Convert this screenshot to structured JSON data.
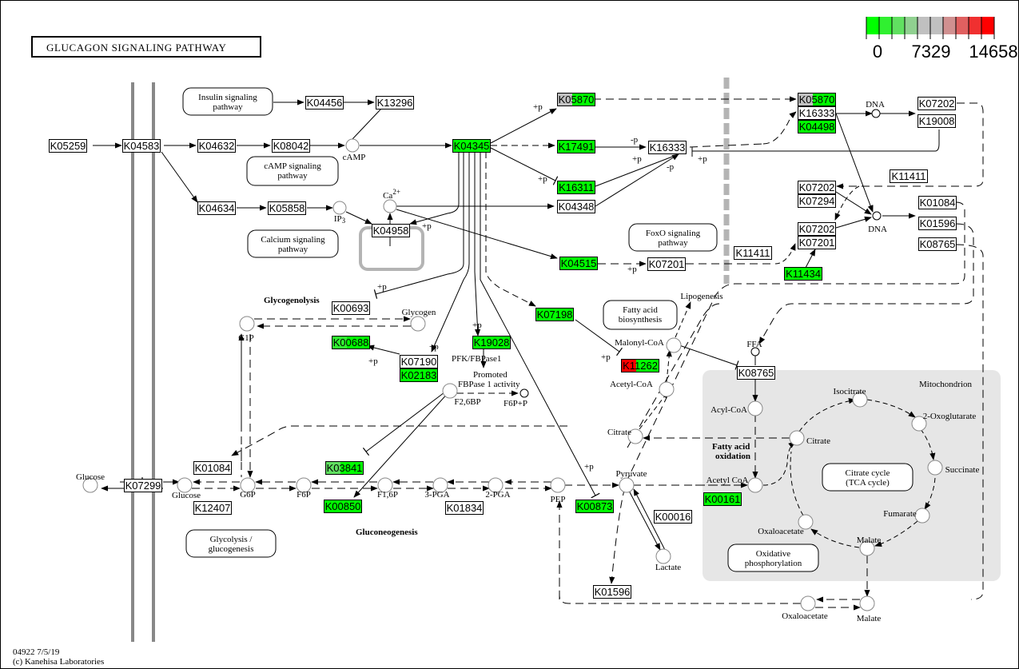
{
  "title": "GLUCAGON SIGNALING PATHWAY",
  "footer": {
    "map_id": "04922 7/5/19",
    "copyright": "(c) Kanehisa Laboratories"
  },
  "legend": {
    "colors": [
      "#00ff00",
      "#30f030",
      "#60e060",
      "#90d090",
      "#c0c0c0",
      "#c0c0c0",
      "#d09090",
      "#e06060",
      "#f03030",
      "#ff0000"
    ],
    "labels": [
      "0",
      "7329",
      "14658"
    ]
  },
  "colors": {
    "green": "#00ff00",
    "gray": "#c0c0c0",
    "red": "#ff0000",
    "mid_green": "#60e060",
    "white": "#ffffff",
    "mito_bg": "#e6e6e6",
    "membrane": "#888888"
  },
  "genes": [
    {
      "id": "K05259",
      "fill": [
        "#ffffff"
      ]
    },
    {
      "id": "K04583",
      "fill": [
        "#ffffff"
      ]
    },
    {
      "id": "K04456",
      "fill": [
        "#ffffff"
      ]
    },
    {
      "id": "K13296",
      "fill": [
        "#ffffff"
      ]
    },
    {
      "id": "K04632",
      "fill": [
        "#ffffff"
      ]
    },
    {
      "id": "K08042",
      "fill": [
        "#ffffff"
      ]
    },
    {
      "id": "K04634",
      "fill": [
        "#ffffff"
      ]
    },
    {
      "id": "K05858",
      "fill": [
        "#ffffff"
      ]
    },
    {
      "id": "K04345",
      "fill": [
        "#00ff00"
      ]
    },
    {
      "id": "K05870",
      "fill": [
        "#c0c0c0",
        "#00ff00"
      ]
    },
    {
      "id": "K17491",
      "fill": [
        "#00ff00"
      ]
    },
    {
      "id": "K16311",
      "fill": [
        "#00ff00"
      ]
    },
    {
      "id": "K04348",
      "fill": [
        "#ffffff"
      ]
    },
    {
      "id": "K16333",
      "fill": [
        "#ffffff"
      ]
    },
    {
      "id": "K04958",
      "fill": [
        "#ffffff"
      ]
    },
    {
      "id": "K04515",
      "fill": [
        "#00ff00"
      ]
    },
    {
      "id": "K07201",
      "fill": [
        "#ffffff"
      ]
    },
    {
      "id": "K11411",
      "fill": [
        "#ffffff"
      ]
    },
    {
      "id": "K05870",
      "fill": [
        "#c0c0c0",
        "#00ff00"
      ]
    },
    {
      "id": "K16333",
      "fill": [
        "#ffffff"
      ]
    },
    {
      "id": "K04498",
      "fill": [
        "#00ff00"
      ]
    },
    {
      "id": "K07202",
      "fill": [
        "#ffffff"
      ]
    },
    {
      "id": "K19008",
      "fill": [
        "#ffffff"
      ]
    },
    {
      "id": "K11411",
      "fill": [
        "#ffffff"
      ]
    },
    {
      "id": "K07202",
      "fill": [
        "#ffffff"
      ]
    },
    {
      "id": "K07294",
      "fill": [
        "#ffffff"
      ]
    },
    {
      "id": "K07202",
      "fill": [
        "#ffffff"
      ]
    },
    {
      "id": "K07201",
      "fill": [
        "#ffffff"
      ]
    },
    {
      "id": "K11434",
      "fill": [
        "#00ff00"
      ]
    },
    {
      "id": "K01084",
      "fill": [
        "#ffffff"
      ]
    },
    {
      "id": "K01596",
      "fill": [
        "#ffffff"
      ]
    },
    {
      "id": "K08765",
      "fill": [
        "#ffffff"
      ]
    },
    {
      "id": "K00693",
      "fill": [
        "#ffffff"
      ]
    },
    {
      "id": "K00688",
      "fill": [
        "#30f030",
        "#00ff00"
      ]
    },
    {
      "id": "K07190",
      "fill": [
        "#ffffff"
      ]
    },
    {
      "id": "K02183",
      "fill": [
        "#00ff00"
      ]
    },
    {
      "id": "K19028",
      "fill": [
        "#00ff00"
      ]
    },
    {
      "id": "K07198",
      "fill": [
        "#00ff00"
      ]
    },
    {
      "id": "K11262",
      "fill": [
        "#ff0000",
        "#00ff00"
      ]
    },
    {
      "id": "K08765",
      "fill": [
        "#ffffff"
      ]
    },
    {
      "id": "K01084",
      "fill": [
        "#ffffff"
      ]
    },
    {
      "id": "K07299",
      "fill": [
        "#ffffff"
      ]
    },
    {
      "id": "K12407",
      "fill": [
        "#ffffff"
      ]
    },
    {
      "id": "K03841",
      "fill": [
        "#60e060",
        "#00ff00"
      ]
    },
    {
      "id": "K00850",
      "fill": [
        "#00ff00"
      ]
    },
    {
      "id": "K01834",
      "fill": [
        "#ffffff"
      ]
    },
    {
      "id": "K00873",
      "fill": [
        "#00ff00"
      ]
    },
    {
      "id": "K00016",
      "fill": [
        "#ffffff"
      ]
    },
    {
      "id": "K00161",
      "fill": [
        "#00ff00"
      ]
    },
    {
      "id": "K01596",
      "fill": [
        "#ffffff"
      ]
    }
  ],
  "compounds": [
    {
      "name": "cAMP"
    },
    {
      "name": "Ca2+"
    },
    {
      "name": "IP3"
    },
    {
      "name": "DNA"
    },
    {
      "name": "DNA"
    },
    {
      "name": "Glycogen"
    },
    {
      "name": "G1P"
    },
    {
      "name": "F2,6BP"
    },
    {
      "name": "F6P+P"
    },
    {
      "name": "Malonyl-CoA"
    },
    {
      "name": "Acetyl-CoA"
    },
    {
      "name": "Lipogenesis"
    },
    {
      "name": "FFA"
    },
    {
      "name": "Acyl-CoA"
    },
    {
      "name": "Citrate"
    },
    {
      "name": "Citrate"
    },
    {
      "name": "Isocitrate"
    },
    {
      "name": "2-Oxoglutarate"
    },
    {
      "name": "Succinate"
    },
    {
      "name": "Fumarate"
    },
    {
      "name": "Malate"
    },
    {
      "name": "Oxaloacetate"
    },
    {
      "name": "Acetyl CoA"
    },
    {
      "name": "Glucose"
    },
    {
      "name": "Glucose"
    },
    {
      "name": "G6P"
    },
    {
      "name": "F6P"
    },
    {
      "name": "F1,6P"
    },
    {
      "name": "3-PGA"
    },
    {
      "name": "2-PGA"
    },
    {
      "name": "PEP"
    },
    {
      "name": "Pyruvate"
    },
    {
      "name": "Lactate"
    },
    {
      "name": "Oxaloacetate"
    },
    {
      "name": "Malate"
    }
  ],
  "pathways": [
    {
      "line1": "Insulin signaling",
      "line2": "pathway"
    },
    {
      "line1": "cAMP signaling",
      "line2": "pathway"
    },
    {
      "line1": "Calcium signaling",
      "line2": "pathway"
    },
    {
      "line1": "FoxO signaling",
      "line2": "pathway"
    },
    {
      "line1": "Fatty acid",
      "line2": "biosynthesis"
    },
    {
      "line1": "Citrate cycle",
      "line2": "(TCA cycle)"
    },
    {
      "line1": "Oxidative",
      "line2": "phosphorylation"
    },
    {
      "line1": "Glycolysis /",
      "line2": "glucogenesis"
    }
  ],
  "section_labels": {
    "glycogenolysis": "Glycogenolysis",
    "gluconeogenesis": "Gluconeogenesis",
    "fatty_acid_oxidation_1": "Fatty acid",
    "fatty_acid_oxidation_2": "oxidation",
    "mitochondrion": "Mitochondrion",
    "pfk": "PFK/FBPase1",
    "promoted_1": "Promoted",
    "promoted_2": "FBPase 1 activity"
  },
  "modifiers": {
    "plus_p": "+p",
    "minus_p": "-p"
  }
}
